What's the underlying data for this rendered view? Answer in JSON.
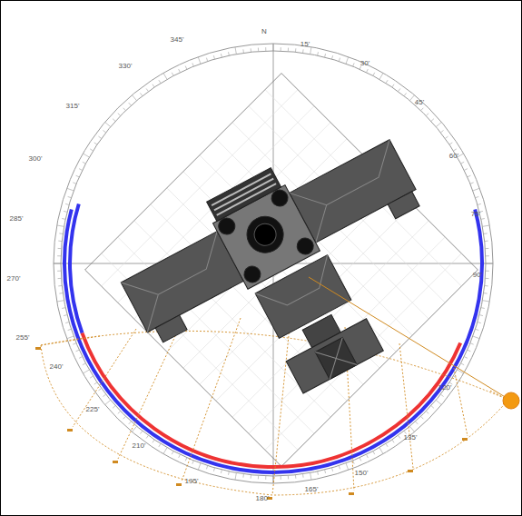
{
  "diagram": {
    "labels": [
      "345'",
      "N",
      "15'",
      "30'",
      "45'",
      "60'",
      "75'",
      "90'",
      "120'",
      "135'",
      "150'",
      "165'",
      "180'",
      "195'",
      "210'",
      "225'",
      "240'",
      "255'",
      "270'",
      "285'",
      "300'",
      "315'",
      "330'"
    ]
  }
}
